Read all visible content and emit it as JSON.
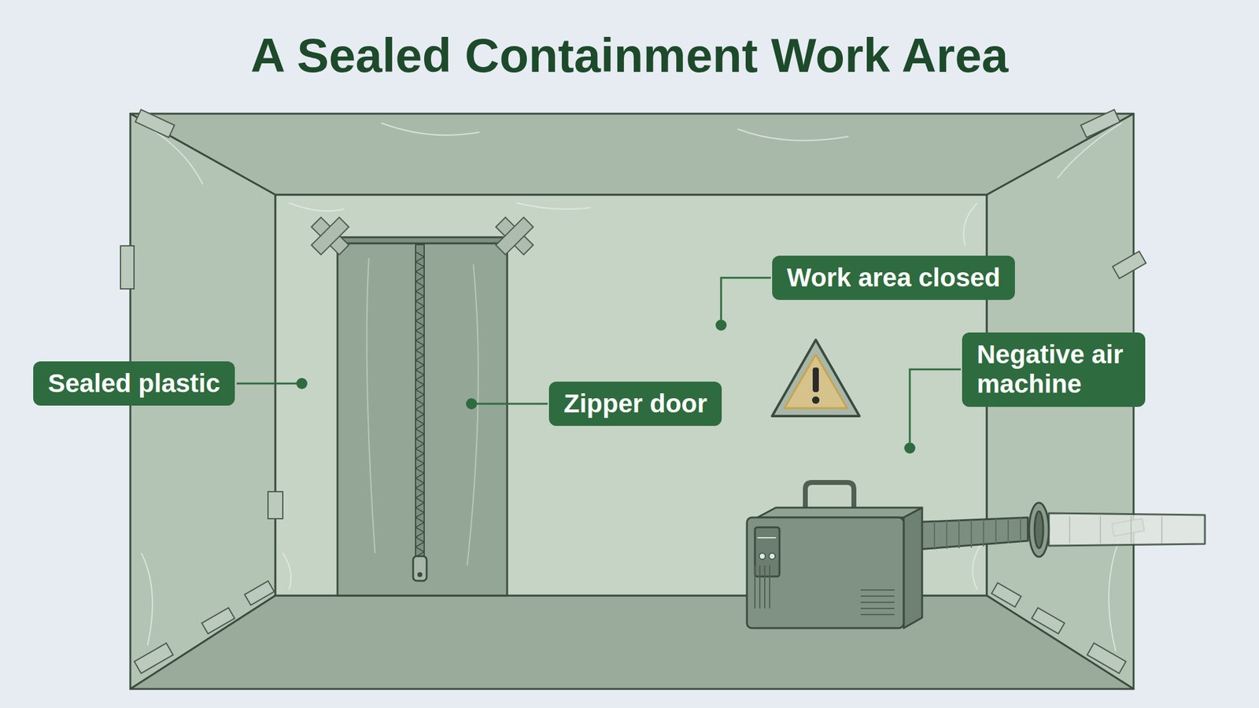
{
  "diagram": {
    "title": "A Sealed Containment Work Area",
    "nodes": [
      {
        "text": [
          "Sealed plastic"
        ]
      },
      {
        "text": [
          "Zipper door"
        ]
      },
      {
        "text": [
          "Work area closed"
        ]
      },
      {
        "text": [
          "Negative air machine"
        ]
      }
    ]
  }
}
